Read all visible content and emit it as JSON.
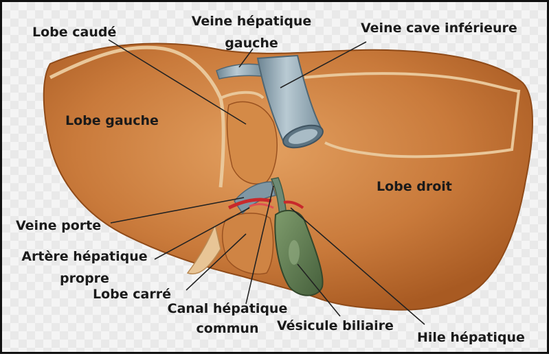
{
  "labels": {
    "lobe_caude": "Lobe caudé",
    "veine_hepatique_gauche_l1": "Veine hépatique",
    "veine_hepatique_gauche_l2": "gauche",
    "veine_cave_inferieure": "Veine cave inférieure",
    "lobe_gauche": "Lobe gauche",
    "lobe_droit": "Lobe droit",
    "veine_porte": "Veine porte",
    "artere_hepatique_l1": "Artère hépatique",
    "artere_hepatique_l2": "propre",
    "lobe_carre": "Lobe carré",
    "canal_hepatique_l1": "Canal hépatique",
    "canal_hepatique_l2": "commun",
    "vesicule_biliaire": "Vésicule biliaire",
    "hile_hepatique": "Hile hépatique"
  },
  "colors": {
    "liver": "#c9793a",
    "liver_dark": "#a95b22",
    "liver_light": "#e09a57",
    "vena_cava": "#8fa6b3",
    "gallbladder": "#5f7d52",
    "artery": "#c8282b",
    "text": "#1a1a1a"
  }
}
